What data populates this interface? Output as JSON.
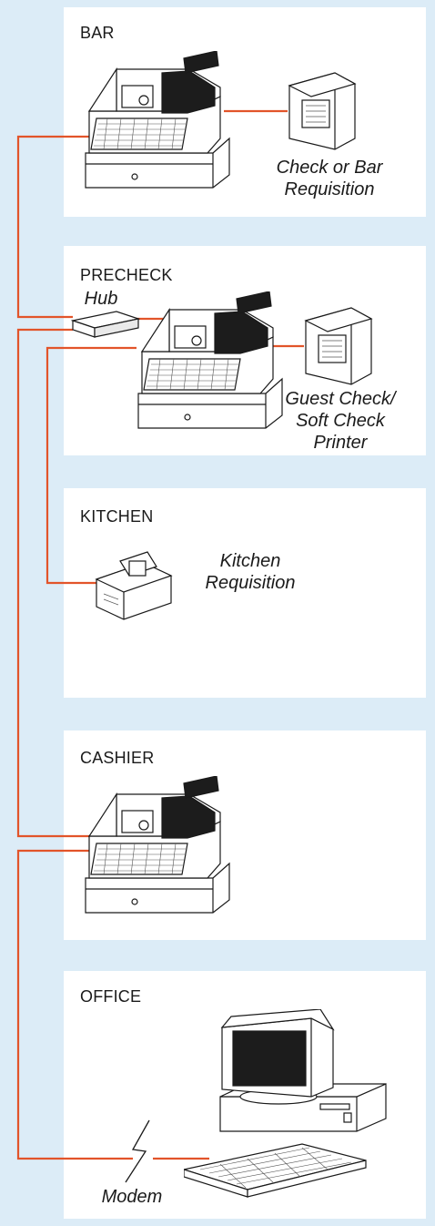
{
  "colors": {
    "background": "#dcecf7",
    "panel": "#ffffff",
    "cable": "#e2542a",
    "ink": "#1a1a1a"
  },
  "sections": {
    "bar": {
      "title": "BAR",
      "devices": [
        "cash-register",
        "receipt-printer"
      ],
      "caption_line1": "Check or Bar",
      "caption_line2": "Requisition"
    },
    "precheck": {
      "title": "PRECHECK",
      "devices": [
        "hub",
        "cash-register",
        "receipt-printer"
      ],
      "hub_label": "Hub",
      "caption_line1": "Guest Check/",
      "caption_line2": "Soft Check",
      "caption_line3": "Printer"
    },
    "kitchen": {
      "title": "KITCHEN",
      "devices": [
        "kitchen-printer"
      ],
      "caption_line1": "Kitchen",
      "caption_line2": "Requisition"
    },
    "cashier": {
      "title": "CASHIER",
      "devices": [
        "cash-register"
      ]
    },
    "office": {
      "title": "OFFICE",
      "devices": [
        "desktop-computer",
        "modem"
      ],
      "modem_label": "Modem"
    }
  }
}
